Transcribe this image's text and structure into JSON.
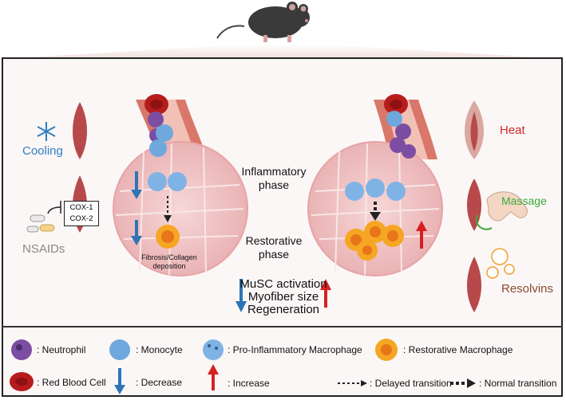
{
  "treatments": {
    "cooling": "Cooling",
    "nsaids": "NSAIDs",
    "heat": "Heat",
    "massage": "Massage",
    "resolvins": "Resolvins"
  },
  "cox_box": {
    "line1": "COX-1",
    "line2": "COX-2"
  },
  "phases": {
    "inflammatory_1": "Inflammatory",
    "inflammatory_2": "phase",
    "restorative_1": "Restorative",
    "restorative_2": "phase"
  },
  "fibrosis_label": {
    "line1": "Fibrosis/Collagen",
    "line2": "deposition"
  },
  "outcomes": [
    "MuSC activation",
    "Myofiber size",
    "Regeneration"
  ],
  "legend": {
    "neutrophil": ": Neutrophil",
    "monocyte": ": Monocyte",
    "pro_inflammatory_macrophage": ": Pro-Inflammatory Macrophage",
    "restorative_macrophage": ": Restorative Macrophage",
    "red_blood_cell": ": Red Blood Cell",
    "decrease": ": Decrease",
    "increase": ": Increase",
    "delayed_transition": ": Delayed  transition",
    "normal_transition": ": Normal transition"
  },
  "colors": {
    "decrease_arrow": "#2e75b6",
    "increase_arrow": "#d62020",
    "neutrophil": "#7b4ea3",
    "monocyte": "#6fa8dc",
    "restorative_macrophage": "#f5a623",
    "red_blood_cell": "#b71c1c"
  }
}
